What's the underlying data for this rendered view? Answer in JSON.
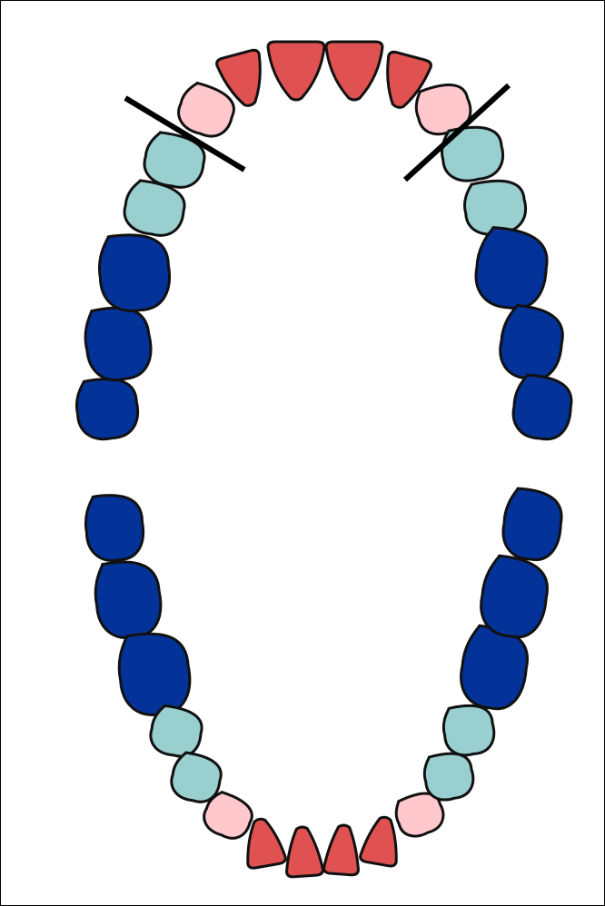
{
  "diagram": {
    "type": "dental-arch-chart",
    "colors": {
      "incisor": "#E05252",
      "canine": "#FFC8CC",
      "premolar": "#99CFCF",
      "molar": "#033399",
      "outline": "#111111",
      "divider": "#000000",
      "background": "#FFFFFF"
    },
    "upper_arch": {
      "teeth": [
        "molar",
        "molar",
        "molar",
        "premolar",
        "premolar",
        "canine",
        "incisor",
        "incisor",
        "incisor",
        "incisor",
        "canine",
        "premolar",
        "premolar",
        "molar",
        "molar",
        "molar"
      ],
      "dividers": 2
    },
    "lower_arch": {
      "teeth": [
        "molar",
        "molar",
        "molar",
        "premolar",
        "premolar",
        "canine",
        "incisor",
        "incisor",
        "incisor",
        "incisor",
        "canine",
        "premolar",
        "premolar",
        "molar",
        "molar",
        "molar"
      ]
    }
  }
}
